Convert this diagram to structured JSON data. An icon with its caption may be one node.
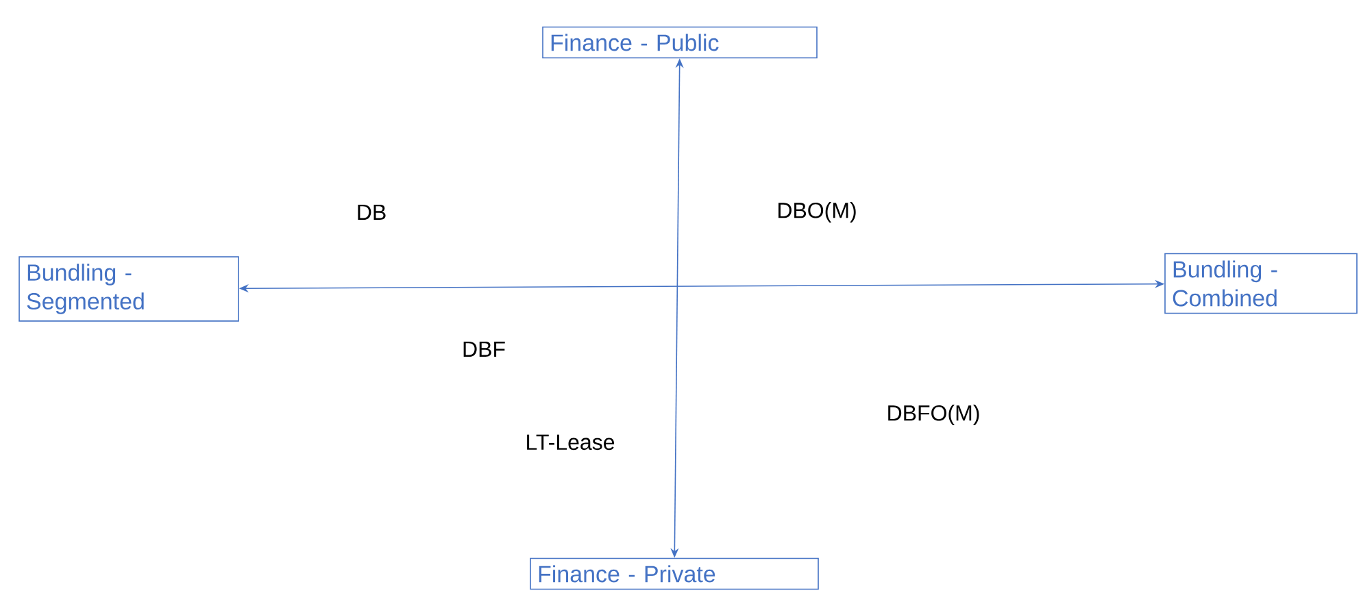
{
  "diagram": {
    "nodes": [
      {
        "text": [
          "Finance - Public"
        ]
      },
      {
        "text": [
          "Bundling - Segmented"
        ]
      },
      {
        "text": [
          "Bundling - Combined"
        ]
      },
      {
        "text": [
          "Finance - Private"
        ]
      }
    ],
    "edges": [
      {
        "from": 0,
        "to": 3,
        "arrow": "both"
      },
      {
        "from": 1,
        "to": 2,
        "arrow": "both"
      }
    ],
    "labels": [
      "DB",
      "DBO(M)",
      "DBF",
      "DBFO(M)",
      "LT-Lease"
    ]
  }
}
